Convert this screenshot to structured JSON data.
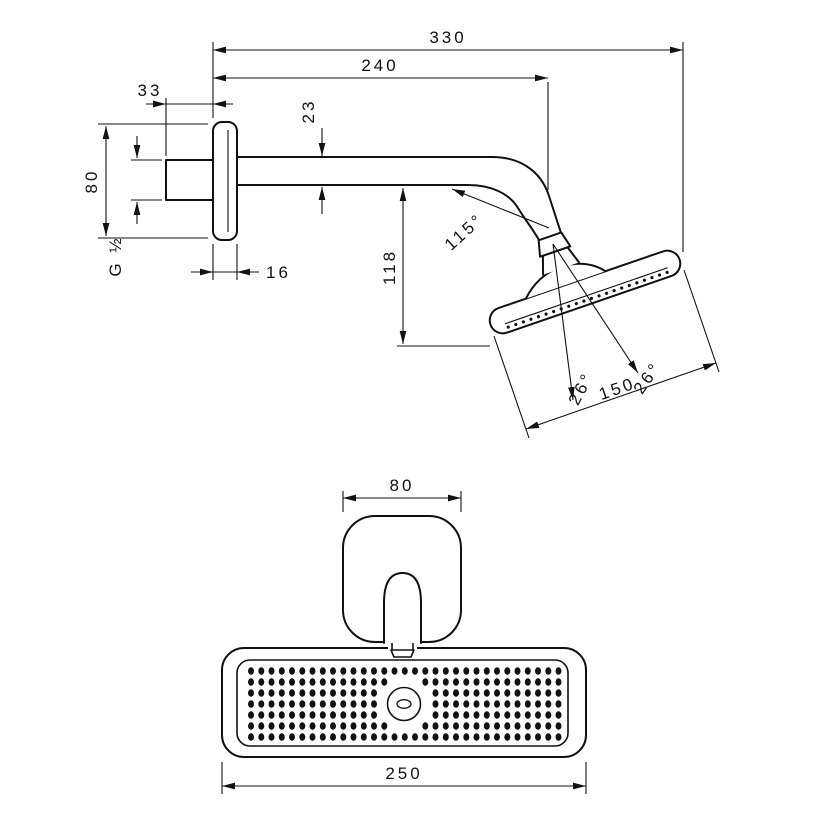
{
  "meta": {
    "background_color": "#ffffff",
    "line_color": "#111111"
  },
  "side_view": {
    "overall_length": "330",
    "arm_length": "240",
    "wall_connector_depth": "33",
    "arm_diameter": "23",
    "escutcheon_height": "80",
    "thread_size": "G ½",
    "escutcheon_depth": "16",
    "head_drop_height": "118",
    "arm_head_angle": "115°",
    "spray_angle_left": "26°",
    "spray_angle_right": "26°",
    "head_diameter": "150"
  },
  "front_view": {
    "escutcheon_width": "80",
    "head_width": "250"
  }
}
